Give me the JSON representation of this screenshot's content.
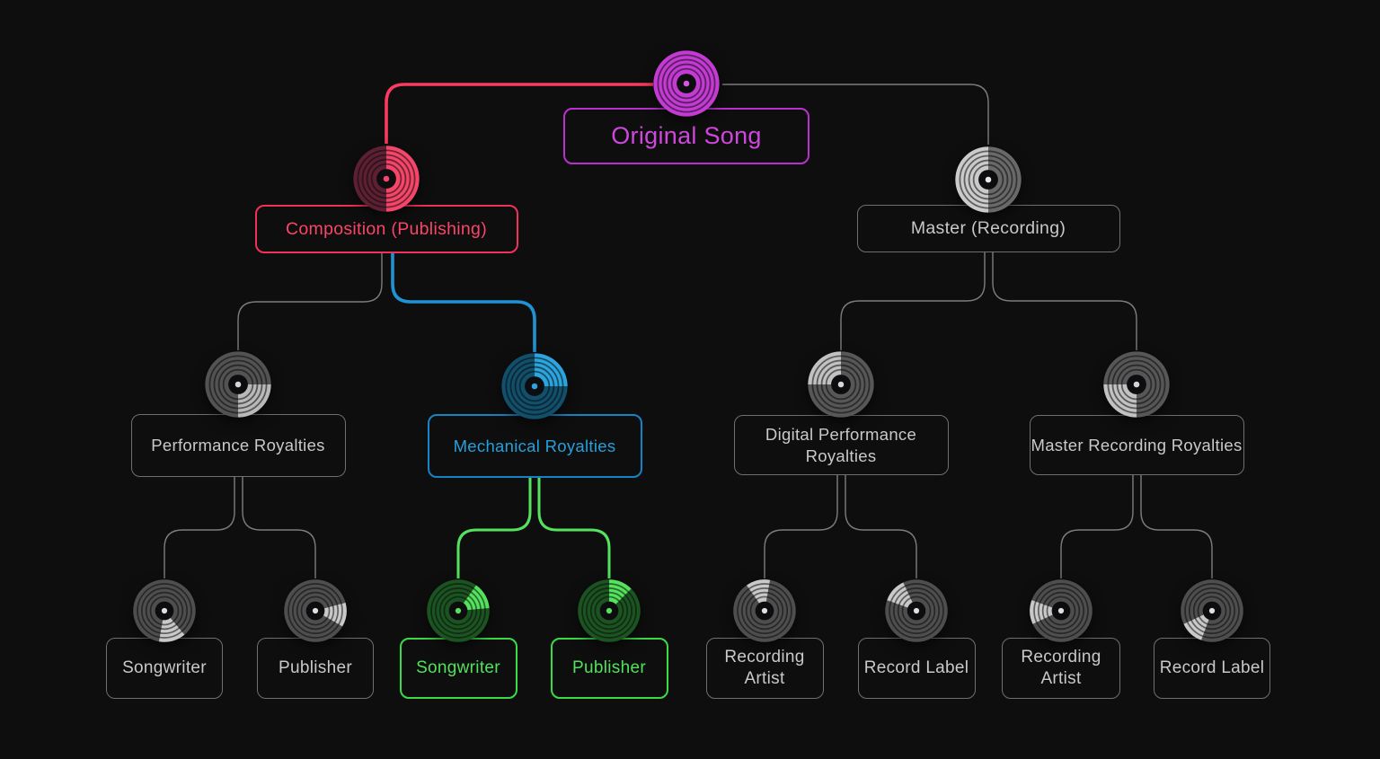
{
  "page_title": "Music Royalties Flow Diagram",
  "colors": {
    "background": "#0e0e0f"
  },
  "themes": {
    "magenta": {
      "text": "#cf47de",
      "border": "#bb2fd0"
    },
    "red": {
      "text": "#fa4569",
      "border": "#f1305b"
    },
    "blue": {
      "text": "#25a0dc",
      "border": "#1583c6"
    },
    "green": {
      "text": "#50e25b",
      "border": "#3cda48"
    },
    "gray": {
      "text": "#c9c9c9",
      "border": "#6f6f6f"
    }
  },
  "connector_colors": {
    "red": "#f83b5e",
    "blue": "#1f93d4",
    "green": "#55e25d",
    "gray": "#7d7d7d"
  },
  "nodes": [
    {
      "id": "original",
      "label": "Original Song",
      "theme": "magenta",
      "icon": {
        "base": "#c43bd3",
        "highlight": "#c43bd3",
        "dot": "#d357e0",
        "segment": "full"
      }
    },
    {
      "id": "composition",
      "label": "Composition (Publishing)",
      "theme": "red",
      "icon": {
        "base": "#5d2033",
        "highlight": "#f5466a",
        "dot": "#f5466a",
        "segment": "half",
        "start": 0,
        "end": 180
      }
    },
    {
      "id": "master",
      "label": "Master (Recording)",
      "theme": "gray",
      "icon": {
        "base": "#696969",
        "highlight": "#cbcbcb",
        "dot": "#e8e8e8",
        "segment": "half",
        "start": 180,
        "end": 360
      }
    },
    {
      "id": "performance",
      "label": "Performance Royalties",
      "theme": "gray",
      "icon": {
        "base": "#535353",
        "highlight": "#b9b9b9",
        "dot": "#d6d6d6",
        "segment": "quarter",
        "start": 90,
        "end": 180
      }
    },
    {
      "id": "mechanical",
      "label": "Mechanical Royalties",
      "theme": "blue",
      "icon": {
        "base": "#114f6b",
        "highlight": "#2ca4dd",
        "dot": "#2ca4dd",
        "segment": "quarter",
        "start": 0,
        "end": 90
      }
    },
    {
      "id": "digital",
      "label": "Digital Performance Royalties",
      "theme": "gray",
      "icon": {
        "base": "#575757",
        "highlight": "#c2c2c2",
        "dot": "#d6d6d6",
        "segment": "quarter",
        "start": 270,
        "end": 360
      }
    },
    {
      "id": "masterrec",
      "label": "Master Recording Royalties",
      "theme": "gray",
      "icon": {
        "base": "#575757",
        "highlight": "#c2c2c2",
        "dot": "#d6d6d6",
        "segment": "quarter",
        "start": 180,
        "end": 270
      }
    },
    {
      "id": "songwriter_perf",
      "label": "Songwriter",
      "theme": "gray",
      "icon": {
        "base": "#4e4e4e",
        "highlight": "#c9c9c9",
        "dot": "#e0e0e0",
        "segment": "wedge",
        "start": 140,
        "end": 190
      }
    },
    {
      "id": "publisher_perf",
      "label": "Publisher",
      "theme": "gray",
      "icon": {
        "base": "#4e4e4e",
        "highlight": "#c9c9c9",
        "dot": "#e0e0e0",
        "segment": "wedge",
        "start": 75,
        "end": 120
      }
    },
    {
      "id": "songwriter_mech",
      "label": "Songwriter",
      "theme": "green",
      "icon": {
        "base": "#1c5421",
        "highlight": "#55e35e",
        "dot": "#55e35e",
        "segment": "wedge",
        "start": 35,
        "end": 85
      }
    },
    {
      "id": "publisher_mech",
      "label": "Publisher",
      "theme": "green",
      "icon": {
        "base": "#1c5421",
        "highlight": "#55e35e",
        "dot": "#55e35e",
        "segment": "wedge",
        "start": 0,
        "end": 45
      }
    },
    {
      "id": "recartist_dig",
      "label": "Recording Artist",
      "theme": "gray",
      "icon": {
        "base": "#4e4e4e",
        "highlight": "#c9c9c9",
        "dot": "#e0e0e0",
        "segment": "wedge",
        "start": -35,
        "end": 10
      }
    },
    {
      "id": "reclabel_dig",
      "label": "Record Label",
      "theme": "gray",
      "icon": {
        "base": "#4e4e4e",
        "highlight": "#c9c9c9",
        "dot": "#e0e0e0",
        "segment": "wedge",
        "start": -70,
        "end": -25
      }
    },
    {
      "id": "recartist_mast",
      "label": "Recording Artist",
      "theme": "gray",
      "icon": {
        "base": "#4e4e4e",
        "highlight": "#c9c9c9",
        "dot": "#e0e0e0",
        "segment": "wedge",
        "start": -115,
        "end": -70
      }
    },
    {
      "id": "reclabel_mast",
      "label": "Record Label",
      "theme": "gray",
      "icon": {
        "base": "#4e4e4e",
        "highlight": "#c9c9c9",
        "dot": "#e0e0e0",
        "segment": "wedge",
        "start": -160,
        "end": -115
      }
    }
  ],
  "edges": [
    {
      "from": "original",
      "to": "composition",
      "color": "red"
    },
    {
      "from": "original",
      "to": "master",
      "color": "gray"
    },
    {
      "from": "composition",
      "to": "performance",
      "color": "gray"
    },
    {
      "from": "composition",
      "to": "mechanical",
      "color": "blue"
    },
    {
      "from": "master",
      "to": "digital",
      "color": "gray"
    },
    {
      "from": "master",
      "to": "masterrec",
      "color": "gray"
    },
    {
      "from": "performance",
      "to": "songwriter_perf",
      "color": "gray"
    },
    {
      "from": "performance",
      "to": "publisher_perf",
      "color": "gray"
    },
    {
      "from": "mechanical",
      "to": "songwriter_mech",
      "color": "green"
    },
    {
      "from": "mechanical",
      "to": "publisher_mech",
      "color": "green"
    },
    {
      "from": "digital",
      "to": "recartist_dig",
      "color": "gray"
    },
    {
      "from": "digital",
      "to": "reclabel_dig",
      "color": "gray"
    },
    {
      "from": "masterrec",
      "to": "recartist_mast",
      "color": "gray"
    },
    {
      "from": "masterrec",
      "to": "reclabel_mast",
      "color": "gray"
    }
  ]
}
